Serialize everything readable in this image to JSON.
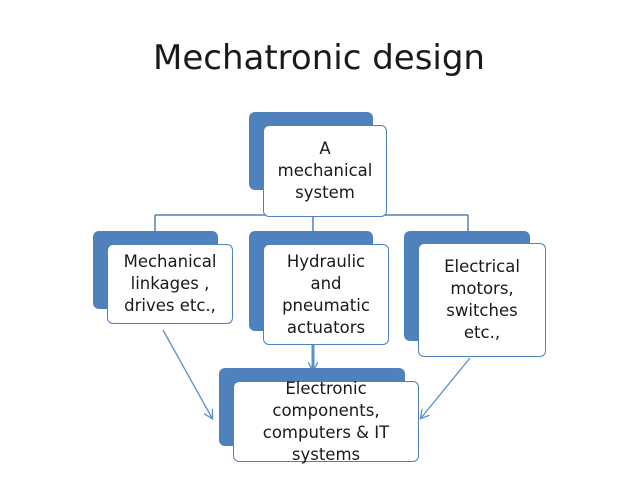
{
  "title": "Mechatronic design",
  "diagram": {
    "root": {
      "label": "A\nmechanical\nsystem"
    },
    "children": [
      {
        "label": "Mechanical\nlinkages ,\ndrives etc.,"
      },
      {
        "label": "Hydraulic\nand\npneumatic\nactuators"
      },
      {
        "label": "Electrical\nmotors,\nswitches\netc.,"
      }
    ],
    "bottom": {
      "label": "Electronic\ncomponents,\ncomputers & IT\nsystems"
    }
  },
  "colors": {
    "accent": "#4f81bd",
    "arrow": "#5b8fc9",
    "text": "#1a1a1a",
    "background": "#ffffff"
  }
}
